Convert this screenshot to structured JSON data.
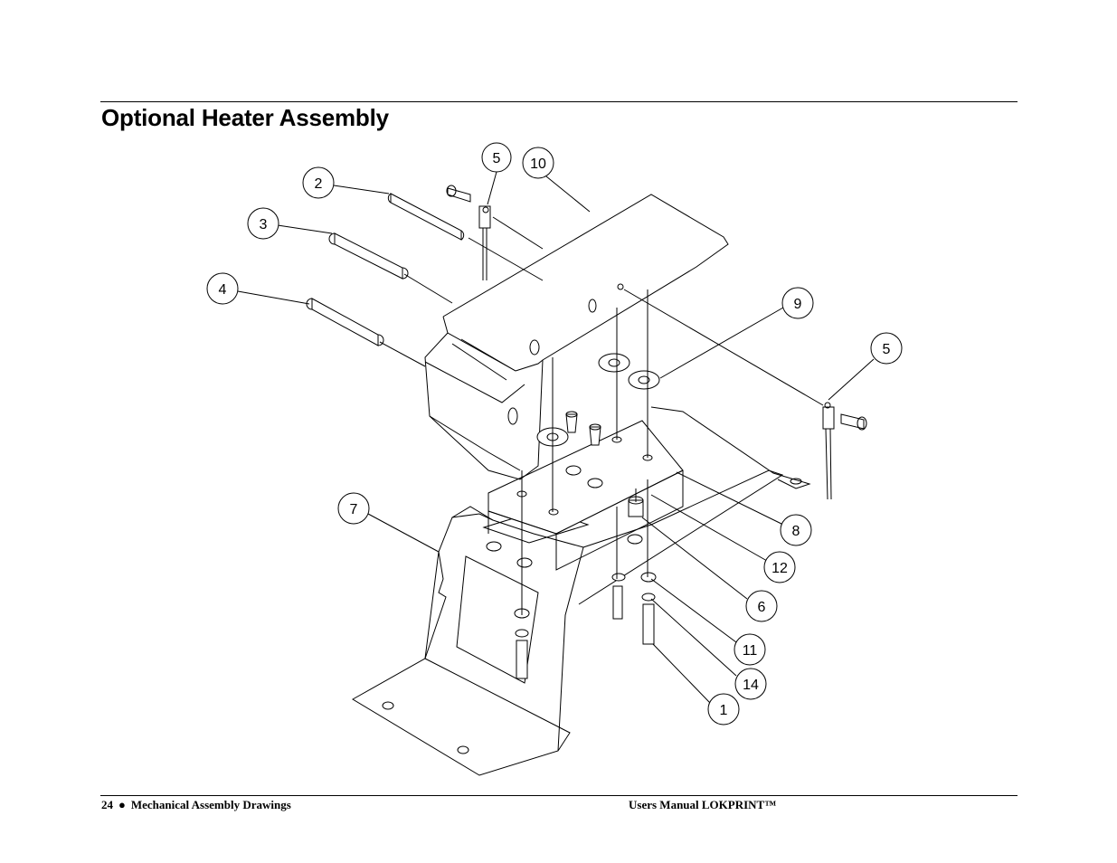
{
  "page": {
    "title": "Optional Heater Assembly",
    "footer": {
      "page_number": "24",
      "separator": "●",
      "section": "Mechanical Assembly Drawings",
      "manual": "Users Manual LOKPRINT™"
    }
  },
  "drawing": {
    "balloons": [
      {
        "id": "b-5a",
        "label": "5"
      },
      {
        "id": "b-10",
        "label": "10"
      },
      {
        "id": "b-2",
        "label": "2"
      },
      {
        "id": "b-3",
        "label": "3"
      },
      {
        "id": "b-4",
        "label": "4"
      },
      {
        "id": "b-9",
        "label": "9"
      },
      {
        "id": "b-5b",
        "label": "5"
      },
      {
        "id": "b-7",
        "label": "7"
      },
      {
        "id": "b-8",
        "label": "8"
      },
      {
        "id": "b-12",
        "label": "12"
      },
      {
        "id": "b-6",
        "label": "6"
      },
      {
        "id": "b-11",
        "label": "11"
      },
      {
        "id": "b-14",
        "label": "14"
      },
      {
        "id": "b-1",
        "label": "1"
      }
    ]
  }
}
